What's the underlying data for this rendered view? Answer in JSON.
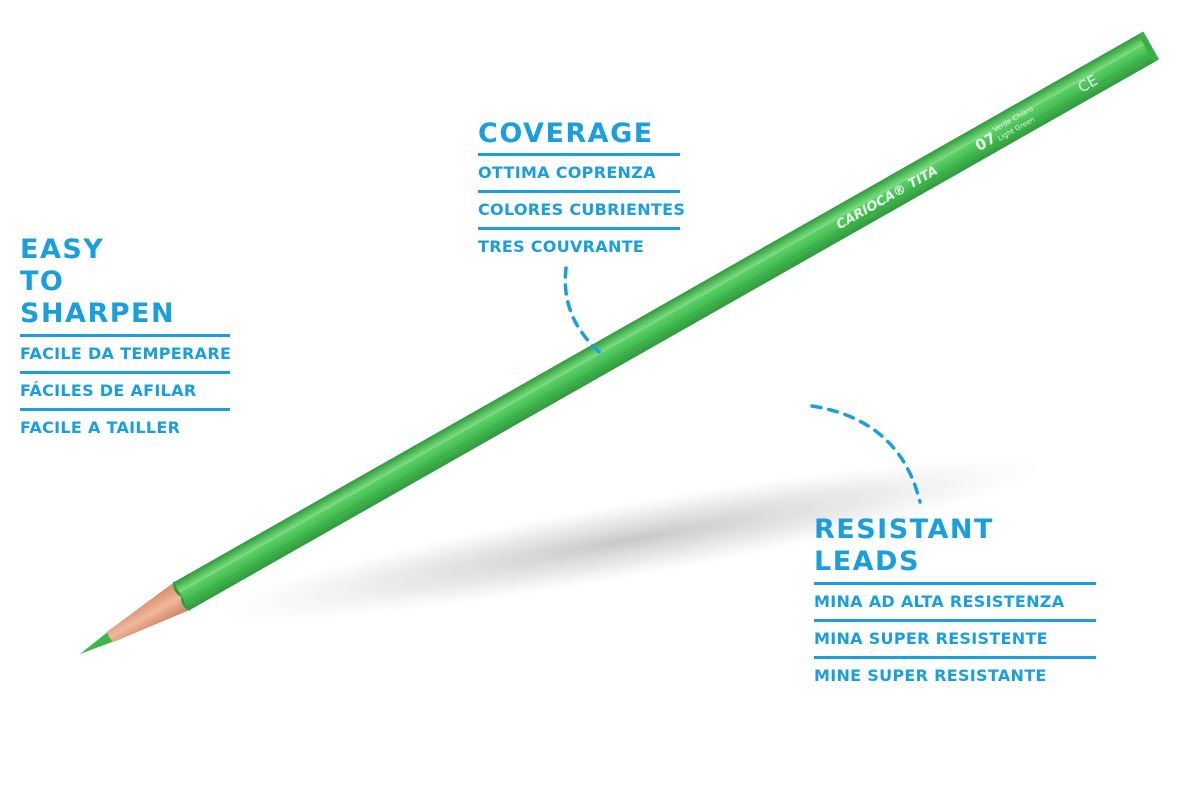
{
  "features": {
    "sharpen": {
      "title_lines": [
        "EASY",
        "TO SHARPEN"
      ],
      "items": [
        "FACILE DA TEMPERARE",
        "FÁCILES DE AFILAR",
        "FACILE A TAILLER"
      ]
    },
    "coverage": {
      "title": "COVERAGE",
      "items": [
        "OTTIMA COPRENZA",
        "COLORES CUBRIENTES",
        "TRES COUVRANTE"
      ]
    },
    "leads": {
      "title": "RESISTANT LEADS",
      "items": [
        "MINA AD ALTA RESISTENZA",
        "MINA SUPER RESISTENTE",
        "MINE SUPER RESISTANTE"
      ]
    }
  },
  "pencil": {
    "brand": "CARIOCA® TITA",
    "color_code": "07",
    "color_name_it": "Verde Chiaro",
    "color_name_en": "Light Green",
    "mark": "CE"
  },
  "colors": {
    "accent_blue": "#1a9fde",
    "pencil_green": "#4cc55a",
    "pencil_green_dark": "#35a845",
    "pencil_green_light": "#7ddc84",
    "wood": "#e6a889",
    "lead": "#3cb84a"
  }
}
